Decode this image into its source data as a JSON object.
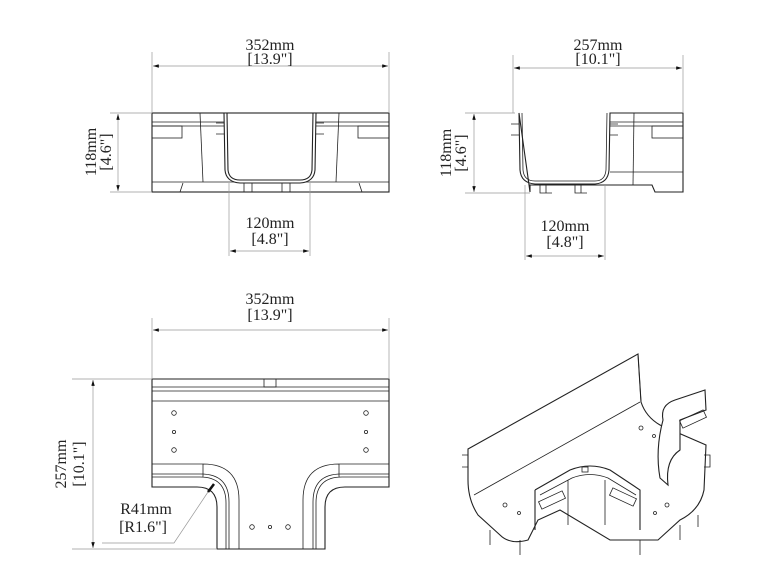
{
  "front_view": {
    "width_mm": "352mm",
    "width_in": "[13.9\"]",
    "height_mm": "118mm",
    "height_in": "[4.6\"]",
    "channel_mm": "120mm",
    "channel_in": "[4.8\"]"
  },
  "side_view": {
    "width_mm": "257mm",
    "width_in": "[10.1\"]",
    "height_mm": "118mm",
    "height_in": "[4.6\"]",
    "channel_mm": "120mm",
    "channel_in": "[4.8\"]"
  },
  "top_view": {
    "width_mm": "352mm",
    "width_in": "[13.9\"]",
    "depth_mm": "257mm",
    "depth_in": "[10.1\"]",
    "radius_mm": "R41mm",
    "radius_in": "[R1.6\"]"
  }
}
